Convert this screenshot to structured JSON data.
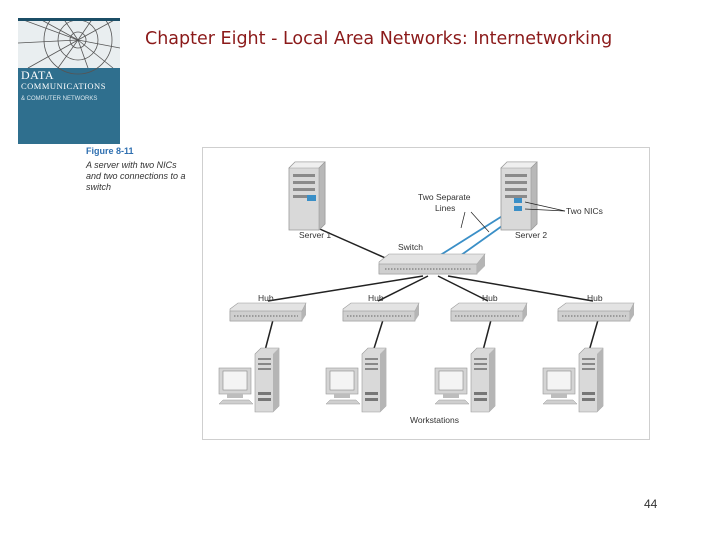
{
  "slide": {
    "title": "Chapter Eight - Local Area Networks: Internetworking",
    "page_number": "44"
  },
  "book_cover": {
    "title_line1": "DATA",
    "title_line2": "COMMUNICATIONS",
    "title_line3": "& COMPUTER NETWORKS",
    "bg_color": "#2f6f8e"
  },
  "figure": {
    "label": "Figure 8-11",
    "caption": "A server with two NICs and two connections to a switch"
  },
  "diagram": {
    "server1_label": "Server 1",
    "server2_label": "Server 2",
    "switch_label": "Switch",
    "separate_lines_label_1": "Two Separate",
    "separate_lines_label_2": "Lines",
    "nics_label": "Two NICs",
    "hubs": [
      "Hub",
      "Hub",
      "Hub",
      "Hub"
    ],
    "workstations_label": "Workstations",
    "line_color": "#222222",
    "nic_line_color": "#3a8fc7"
  }
}
